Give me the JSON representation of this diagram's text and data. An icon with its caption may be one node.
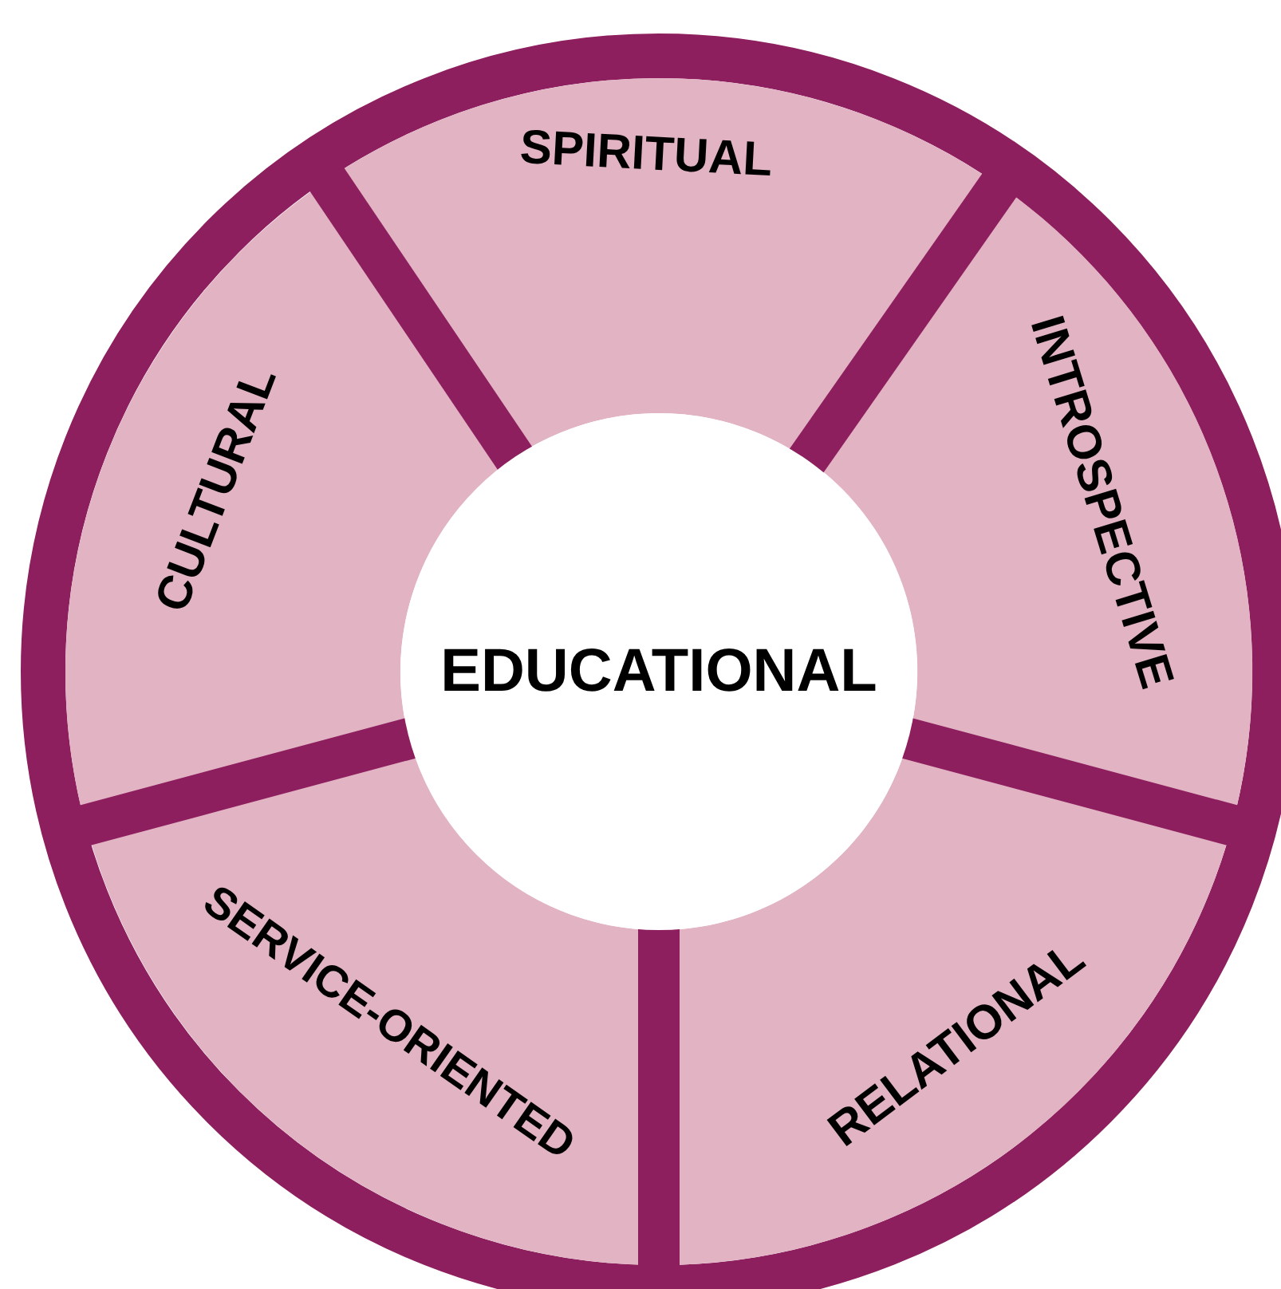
{
  "diagram": {
    "nodes": [
      {
        "text": [
          "EDUCATIONAL"
        ]
      },
      {
        "text": [
          "SPIRITUAL"
        ]
      },
      {
        "text": [
          "INTROSPECTIVE"
        ]
      },
      {
        "text": [
          "RELATIONAL"
        ]
      },
      {
        "text": [
          "SERVICE-ORIENTED"
        ]
      },
      {
        "text": [
          "CULTURAL"
        ]
      }
    ]
  }
}
